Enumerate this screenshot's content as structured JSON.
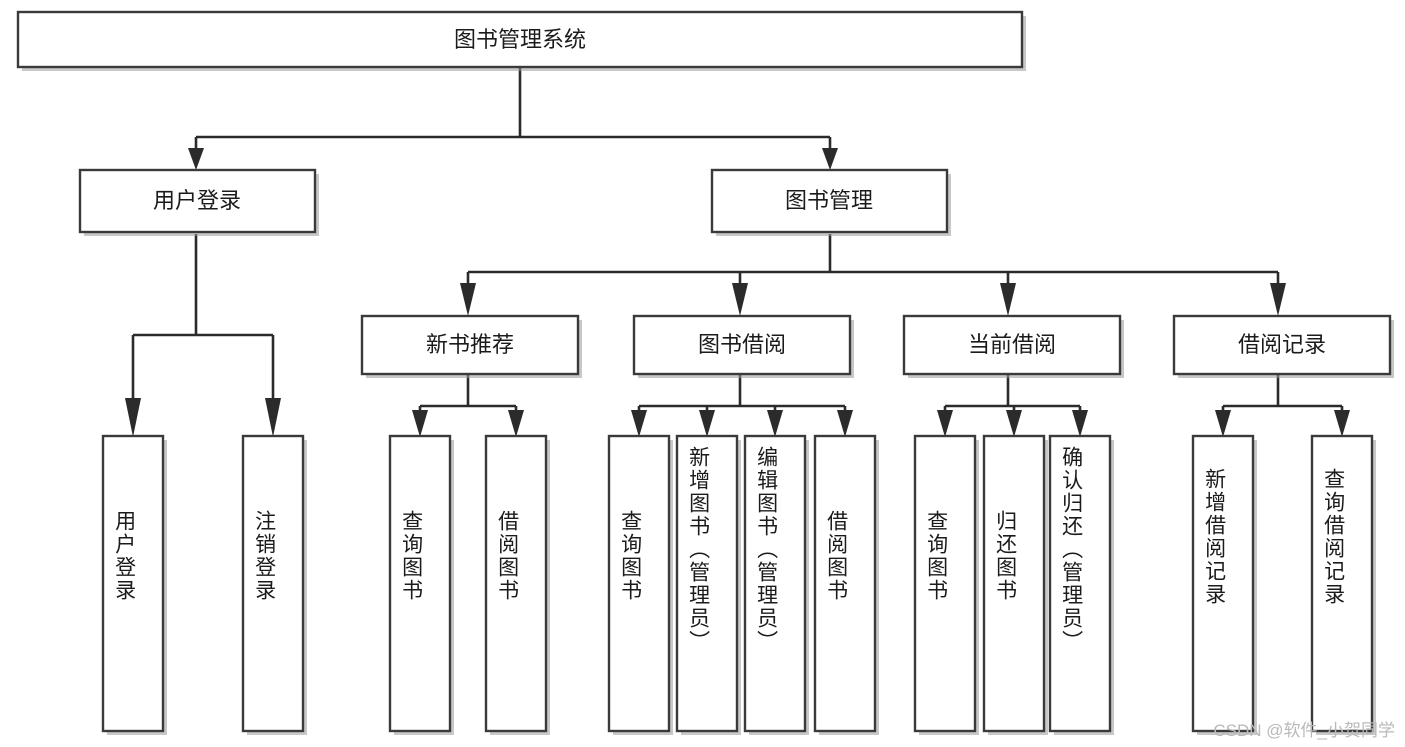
{
  "diagram": {
    "title": "图书管理系统",
    "type": "hierarchy-tree",
    "orientation": "top-down",
    "levels": 3,
    "root": {
      "id": "root",
      "label": "图书管理系统",
      "text_orientation": "horizontal"
    },
    "level2": [
      {
        "id": "user-login",
        "label": "用户登录",
        "text_orientation": "horizontal"
      },
      {
        "id": "book-manage",
        "label": "图书管理",
        "text_orientation": "horizontal"
      }
    ],
    "level3": [
      {
        "id": "new-book-recommend",
        "label": "新书推荐",
        "parent": "book-manage",
        "text_orientation": "horizontal"
      },
      {
        "id": "book-borrow",
        "label": "图书借阅",
        "parent": "book-manage",
        "text_orientation": "horizontal"
      },
      {
        "id": "current-borrow",
        "label": "当前借阅",
        "parent": "book-manage",
        "text_orientation": "horizontal"
      },
      {
        "id": "borrow-record",
        "label": "借阅记录",
        "parent": "book-manage",
        "text_orientation": "horizontal"
      }
    ],
    "leaves": [
      {
        "id": "leaf-user-login",
        "label": "用户登录",
        "parent": "user-login",
        "text_orientation": "vertical"
      },
      {
        "id": "leaf-logout-login",
        "label": "注销登录",
        "parent": "user-login",
        "text_orientation": "vertical"
      },
      {
        "id": "leaf-query-book-rec",
        "label": "查询图书",
        "parent": "new-book-recommend",
        "text_orientation": "vertical"
      },
      {
        "id": "leaf-borrow-book-rec",
        "label": "借阅图书",
        "parent": "new-book-recommend",
        "text_orientation": "vertical"
      },
      {
        "id": "leaf-query-book-borrow",
        "label": "查询图书",
        "parent": "book-borrow",
        "text_orientation": "vertical"
      },
      {
        "id": "leaf-add-book-admin",
        "label": "新增图书（管理员）",
        "parent": "book-borrow",
        "text_orientation": "vertical"
      },
      {
        "id": "leaf-edit-book-admin",
        "label": "编辑图书（管理员）",
        "parent": "book-borrow",
        "text_orientation": "vertical"
      },
      {
        "id": "leaf-borrow-book",
        "label": "借阅图书",
        "parent": "book-borrow",
        "text_orientation": "vertical"
      },
      {
        "id": "leaf-query-book-current",
        "label": "查询图书",
        "parent": "current-borrow",
        "text_orientation": "vertical"
      },
      {
        "id": "leaf-return-book",
        "label": "归还图书",
        "parent": "current-borrow",
        "text_orientation": "vertical"
      },
      {
        "id": "leaf-confirm-return-admin",
        "label": "确认归还（管理员）",
        "parent": "current-borrow",
        "text_orientation": "vertical"
      },
      {
        "id": "leaf-add-borrow-record",
        "label": "新增借阅记录",
        "parent": "borrow-record",
        "text_orientation": "vertical"
      },
      {
        "id": "leaf-query-borrow-record",
        "label": "查询借阅记录",
        "parent": "borrow-record",
        "text_orientation": "vertical"
      }
    ]
  },
  "watermark": {
    "text": "CSDN @软件_小贺同学"
  },
  "colors": {
    "box_stroke": "#3a3a3a",
    "box_fill": "#ffffff",
    "connector": "#2b2b2b",
    "text": "#1b1b1b",
    "watermark": "#b9b9b9",
    "background": "#ffffff"
  }
}
